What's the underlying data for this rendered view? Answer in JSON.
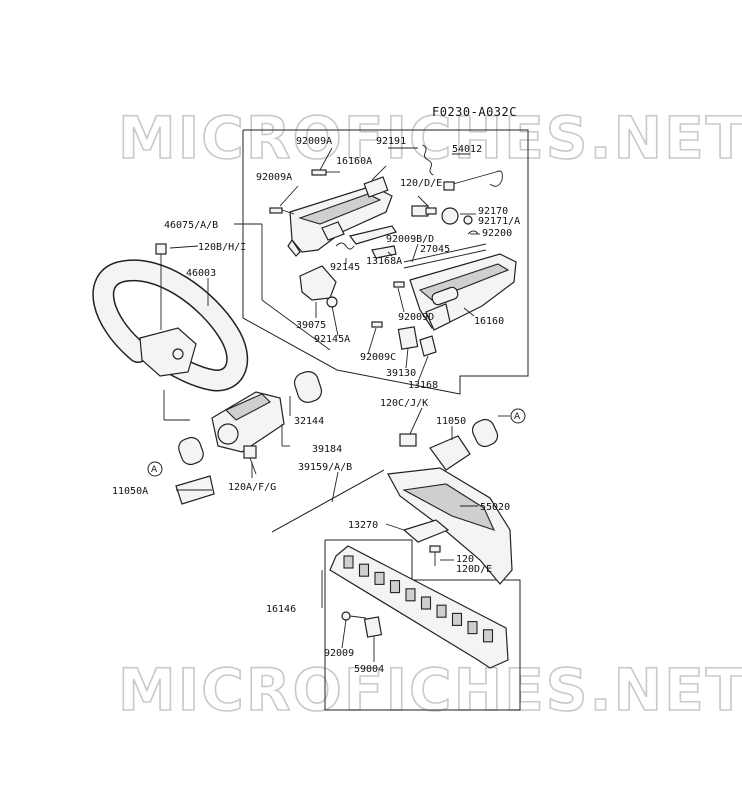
{
  "diagram_code": "F0230-A032C",
  "watermark": "MICROFICHES.NET",
  "callout_letter": "A",
  "parts": [
    {
      "id": "p92009A_1",
      "label": "92009A"
    },
    {
      "id": "p92191",
      "label": "92191"
    },
    {
      "id": "p54012",
      "label": "54012"
    },
    {
      "id": "p16160A",
      "label": "16160A"
    },
    {
      "id": "p92009A_2",
      "label": "92009A"
    },
    {
      "id": "p120DE_1",
      "label": "120/D/E"
    },
    {
      "id": "p46075",
      "label": "46075/A/B"
    },
    {
      "id": "p92170",
      "label": "92170"
    },
    {
      "id": "p92171",
      "label": "92171/A"
    },
    {
      "id": "p92200",
      "label": "92200"
    },
    {
      "id": "p120BHI",
      "label": "120B/H/I"
    },
    {
      "id": "p92009BD",
      "label": "92009B/D"
    },
    {
      "id": "p27045",
      "label": "27045"
    },
    {
      "id": "p46003",
      "label": "46003"
    },
    {
      "id": "p92145",
      "label": "92145"
    },
    {
      "id": "p13168A",
      "label": "13168A"
    },
    {
      "id": "p92009D",
      "label": "92009D"
    },
    {
      "id": "p39075",
      "label": "39075"
    },
    {
      "id": "p16160",
      "label": "16160"
    },
    {
      "id": "p92145A",
      "label": "92145A"
    },
    {
      "id": "p92009C",
      "label": "92009C"
    },
    {
      "id": "p39130",
      "label": "39130"
    },
    {
      "id": "p13168",
      "label": "13168"
    },
    {
      "id": "p120CJK",
      "label": "120C/J/K"
    },
    {
      "id": "p32144",
      "label": "32144"
    },
    {
      "id": "p11050",
      "label": "11050"
    },
    {
      "id": "p39184",
      "label": "39184"
    },
    {
      "id": "p39159",
      "label": "39159/A/B"
    },
    {
      "id": "p11050A",
      "label": "11050A"
    },
    {
      "id": "p120AFG",
      "label": "120A/F/G"
    },
    {
      "id": "p55020",
      "label": "55020"
    },
    {
      "id": "p13270",
      "label": "13270"
    },
    {
      "id": "p120",
      "label": "120"
    },
    {
      "id": "p120DE_2",
      "label": "120D/E"
    },
    {
      "id": "p16146",
      "label": "16146"
    },
    {
      "id": "p92009",
      "label": "92009"
    },
    {
      "id": "p59004",
      "label": "59004"
    }
  ]
}
